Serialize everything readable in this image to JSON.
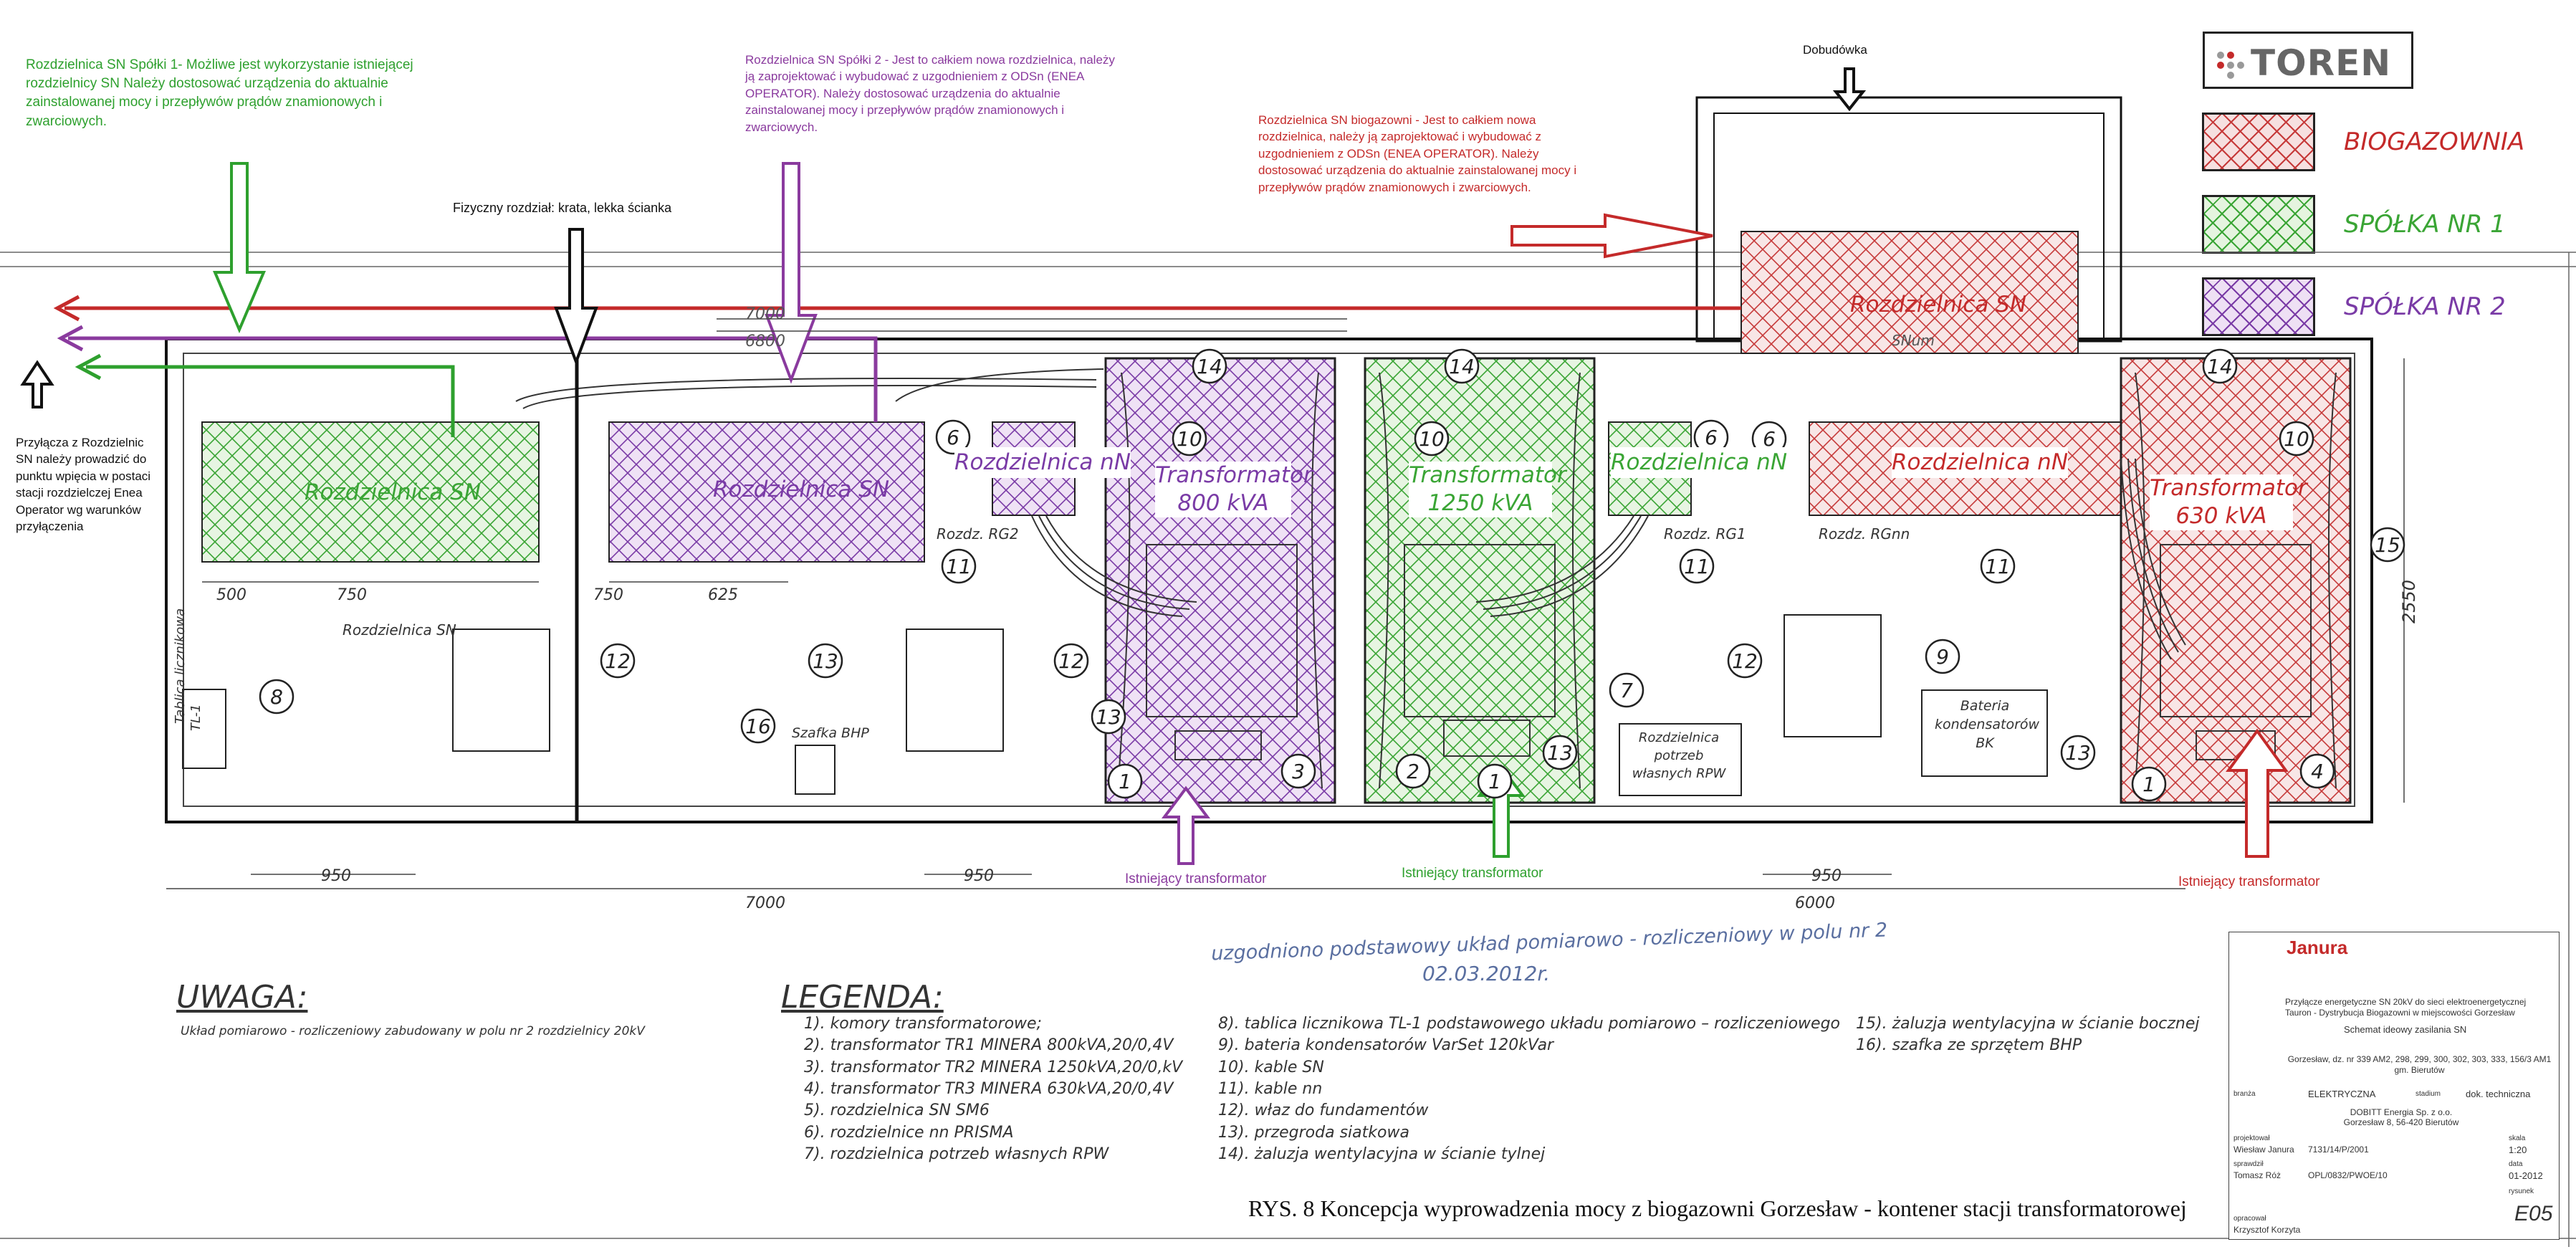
{
  "notes": {
    "green": {
      "text": "Rozdzielnica SN Spółki 1- Możliwe jest wykorzystanie istniejącej rozdzielnicy SN Należy dostosować urządzenia do aktualnie zainstalowanej mocy i przepływów prądów znamionowych i zwarciowych.",
      "color": "#2ea02e"
    },
    "purple": {
      "text": "Rozdzielnica SN Spółki 2 - Jest to całkiem nowa rozdzielnica, należy ją zaprojektować i wybudować z uzgodnieniem z ODSn (ENEA OPERATOR). Należy dostosować urządzenia do aktualnie zainstalowanej mocy i przepływów prądów znamionowych i zwarciowych.",
      "color": "#8a3a9e"
    },
    "red": {
      "text": "Rozdzielnica SN biogazowni - Jest to całkiem nowa rozdzielnica, należy ją zaprojektować i wybudować z uzgodnieniem z ODSn (ENEA OPERATOR). Należy dostosować urządzenia do aktualnie zainstalowanej mocy i przepływów prądów znamionowych i zwarciowych.",
      "color": "#c42a2a"
    },
    "fizyczny": "Fizyczny rozdział: krata, lekka ścianka",
    "dobudowka": "Dobudówka",
    "przylacze": "Przyłącza z Rozdzielnic SN należy prowadzić do punktu wpięcia w postaci stacji rozdzielczej Enea Operator wg warunków przyłączenia"
  },
  "logo": {
    "text": "TOREN"
  },
  "legend": [
    {
      "label": "BIOGAZOWNIA",
      "color": "#c42a2a"
    },
    {
      "label": "SPÓŁKA NR 1",
      "color": "#3aa535"
    },
    {
      "label": "SPÓŁKA NR 2",
      "color": "#7a3ba6"
    }
  ],
  "drawing": {
    "labels": {
      "rsn_green": "Rozdzielnica SN",
      "rsn_purple": "Rozdzielnica SN",
      "rsn_red": "Rozdzielnica SN",
      "rnn_purple": "Rozdzielnica nN",
      "rnn_green": "Rozdzielnica nN",
      "rnn_red": "Rozdzielnica nN",
      "tr800_a": "Transformator",
      "tr800_b": "800 kVA",
      "tr1250_a": "Transformator",
      "tr1250_b": "1250 kVA",
      "tr630_a": "Transformator",
      "tr630_b": "630 kVA",
      "existing1": "Istniejący transformator",
      "existing2": "Istniejący transformator",
      "existing3": "Istniejący transformator",
      "rsn_small": "Rozdzielnica SN",
      "rg2": "Rozdz. RG2",
      "rg1": "Rozdz. RG1",
      "rgnn": "Rozdz. RGnn",
      "szafka": "Szafka BHP",
      "tablica": "Tablica licznikowa",
      "tl1": "TL-1",
      "bateria": "Bateria kondensatorów BK",
      "rpw": "Rozdzielnica potrzeb własnych RPW",
      "d_7000_top": "7000",
      "d_6800": "6800",
      "d_500": "500",
      "d_750a": "750",
      "d_750b": "750",
      "d_625": "625",
      "d_950a": "950",
      "d_950b": "950",
      "d_950c": "950",
      "d_7000": "7000",
      "d_6000": "6000",
      "d_2550": "2550",
      "snum": "SNum"
    },
    "circles": [
      "14",
      "14",
      "14",
      "10",
      "10",
      "10",
      "6",
      "6",
      "6",
      "11",
      "11",
      "11",
      "12",
      "12",
      "12",
      "13",
      "13",
      "13",
      "16",
      "8",
      "7",
      "9",
      "15",
      "1",
      "3",
      "2",
      "1",
      "13",
      "1",
      "4"
    ]
  },
  "uwaga": {
    "title": "UWAGA:",
    "text": "Układ pomiarowo - rozliczeniowy zabudowany w polu nr 2 rozdzielnicy 20kV"
  },
  "legenda": {
    "title": "LEGENDA:",
    "col1": [
      "1). komory transformatorowe;",
      "2). transformator TR1 MINERA 800kVA,20/0,4V",
      "3). transformator TR2 MINERA 1250kVA,20/0,kV",
      "4). transformator TR3 MINERA 630kVA,20/0,4V",
      "5). rozdzielnica SN SM6",
      "6). rozdzielnice nn PRISMA",
      "7). rozdzielnica potrzeb własnych RPW"
    ],
    "col2": [
      "8). tablica licznikowa TL-1 podstawowego układu pomiarowo – rozliczeniowego",
      "9). bateria kondensatorów VarSet 120kVar",
      "10). kable SN",
      "11). kable nn",
      "12). właz do fundamentów",
      "13). przegroda siatkowa",
      "14). żaluzja wentylacyjna w ścianie tylnej"
    ],
    "col3": [
      "15). żaluzja wentylacyjna w ścianie bocznej",
      "16). szafka ze sprzętem BHP"
    ]
  },
  "handwritten": {
    "line1": "uzgodniono podstawowy układ pomiarowo - rozliczeniowy w polu nr 2",
    "line2": "02.03.2012r."
  },
  "caption": "RYS. 8 Koncepcja wyprowadzenia mocy z biogazowni Gorzesław - kontener stacji transformatorowej",
  "titleblock": {
    "company": "Janura",
    "project": "Przyłącze energetyczne SN 20kV do sieci elektroenergetycznej Tauron - Dystrybucja Biogazowni w miejscowości Gorzesław",
    "sheet_title": "Schemat ideowy zasilania SN",
    "address": "Gorzesław, dz. nr 339 AM2, 298, 299, 300, 302, 303, 333, 156/3 AM1 gm. Bierutów",
    "branza_label": "branża",
    "branza": "ELEKTRYCZNA",
    "stadium_label": "stadium",
    "stadium": "dok. techniczna",
    "investor": "DOBITT Energia Sp. z o.o. Gorzesław 8, 56-420 Bierutów",
    "designer_label": "projektował",
    "designer": "Wiesław Janura",
    "designer_no": "7131/14/P/2001",
    "checker_label": "sprawdził",
    "checker": "Tomasz Róż",
    "checker_no": "OPL/0832/PWOE/10",
    "drawer_label": "opracował",
    "drawer": "Krzysztof Korzyta",
    "scale_label": "skala",
    "scale": "1:20",
    "date_label": "data",
    "date": "01-2012",
    "drawing_no_label": "rysunek",
    "drawing_no": "E05"
  },
  "colors": {
    "red": "#c42a2a",
    "green": "#2ea02e",
    "purple": "#8a3a9e",
    "black": "#111111"
  }
}
